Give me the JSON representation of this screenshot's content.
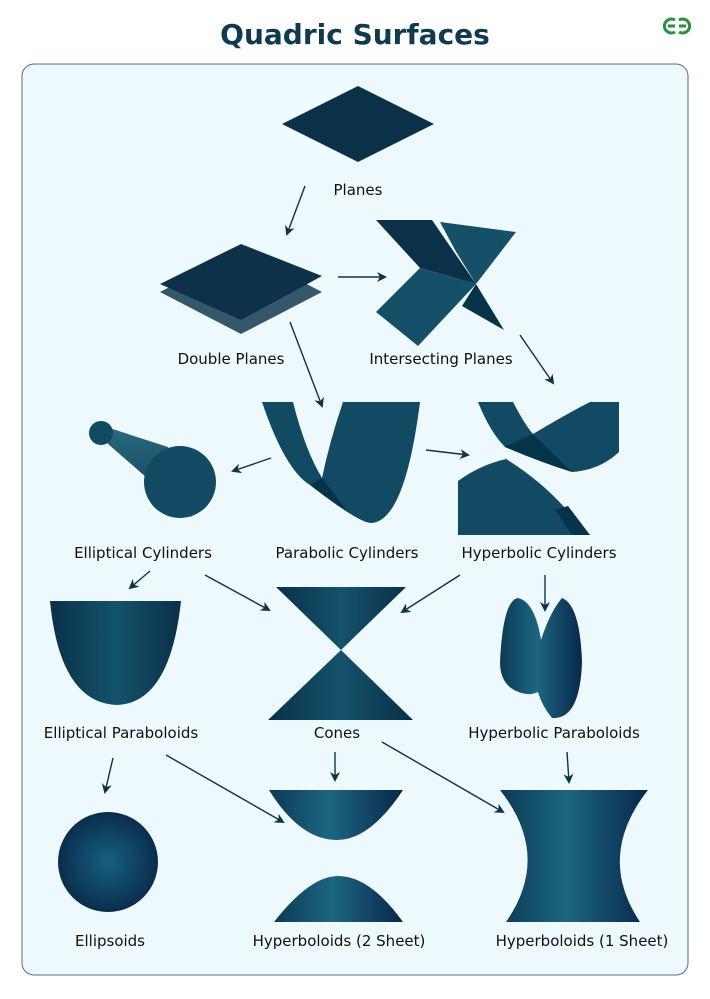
{
  "title": "Quadric Surfaces",
  "logo": {
    "text": "GfG",
    "color": "#2f8d46"
  },
  "colors": {
    "panel_bg": "#eef9fd",
    "shape": "#114a62",
    "shape_dark": "#04334a",
    "title": "#0f3a4f"
  },
  "labels": {
    "planes": "Planes",
    "double_planes": "Double Planes",
    "intersecting_planes": "Intersecting Planes",
    "elliptical_cylinders": "Elliptical Cylinders",
    "parabolic_cylinders": "Parabolic Cylinders",
    "hyperbolic_cylinders": "Hyperbolic Cylinders",
    "elliptical_paraboloids": "Elliptical Paraboloids",
    "cones": "Cones",
    "hyperbolic_paraboloids": "Hyperbolic Paraboloids",
    "ellipsoids": "Ellipsoids",
    "hyperboloids_2": "Hyperboloids (2 Sheet)",
    "hyperboloids_1": "Hyperboloids (1 Sheet)"
  }
}
